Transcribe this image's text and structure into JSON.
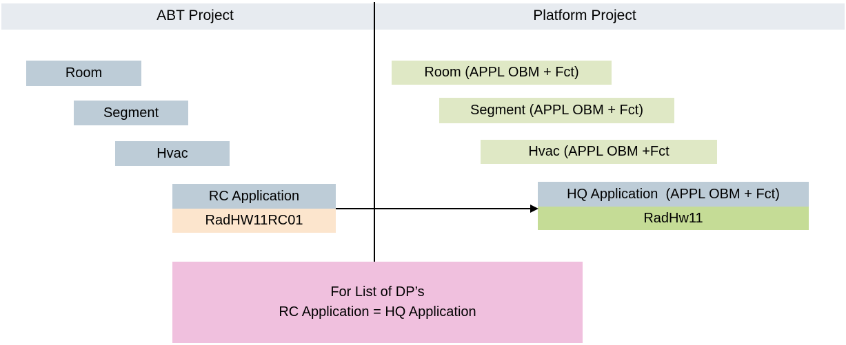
{
  "colors": {
    "header_band": "#e7ebf0",
    "gray_box": "#bdccd7",
    "light_green_box": "#dfe8c5",
    "peach_box": "#fce5cd",
    "green_box": "#c5dc96",
    "pink_box": "#f0c0de",
    "line": "#000000"
  },
  "left_section": {
    "title": "ABT Project",
    "boxes": [
      {
        "label": "Room"
      },
      {
        "label": "Segment"
      },
      {
        "label": "Hvac"
      },
      {
        "label": "RC Application"
      },
      {
        "label": "RadHW11RC01"
      }
    ]
  },
  "right_section": {
    "title": "Platform Project",
    "boxes": [
      {
        "label": "Room (APPL OBM + Fct)"
      },
      {
        "label": "Segment (APPL OBM + Fct)"
      },
      {
        "label": "Hvac (APPL OBM +Fct"
      },
      {
        "label": "HQ Application  (APPL OBM + Fct)"
      },
      {
        "label": "RadHw11"
      }
    ]
  },
  "note": {
    "line1": "For List of DP’s",
    "line2": "RC Application = HQ Application"
  }
}
